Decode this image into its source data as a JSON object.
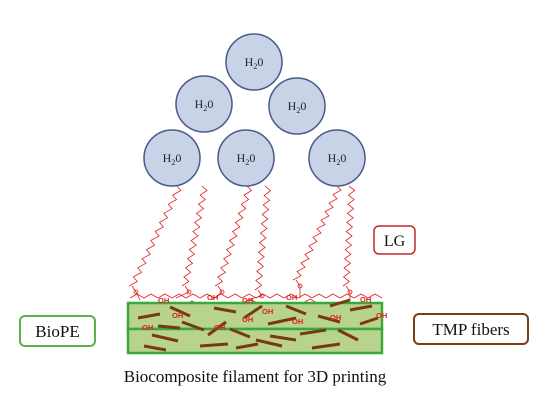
{
  "water_label": {
    "main": "H",
    "sub": "2",
    "tail": "0"
  },
  "labels": {
    "lg": "LG",
    "biope": "BioPE",
    "tmp": "TMP fibers",
    "caption": "Biocomposite filament for 3D printing"
  },
  "molecule_text": {
    "hydroxyl": "OH",
    "oxygen": "O"
  },
  "colors": {
    "bubble_fill": "#c9d3e8",
    "bubble_stroke": "#4a5a8a",
    "chain": "#e02020",
    "filament_fill": "#b8d48c",
    "filament_stroke": "#3aa83a",
    "fiber": "#7a3a10",
    "lg_border": "#c0282c",
    "biope_border": "#5fb04b",
    "tmp_border": "#7b3f14"
  }
}
